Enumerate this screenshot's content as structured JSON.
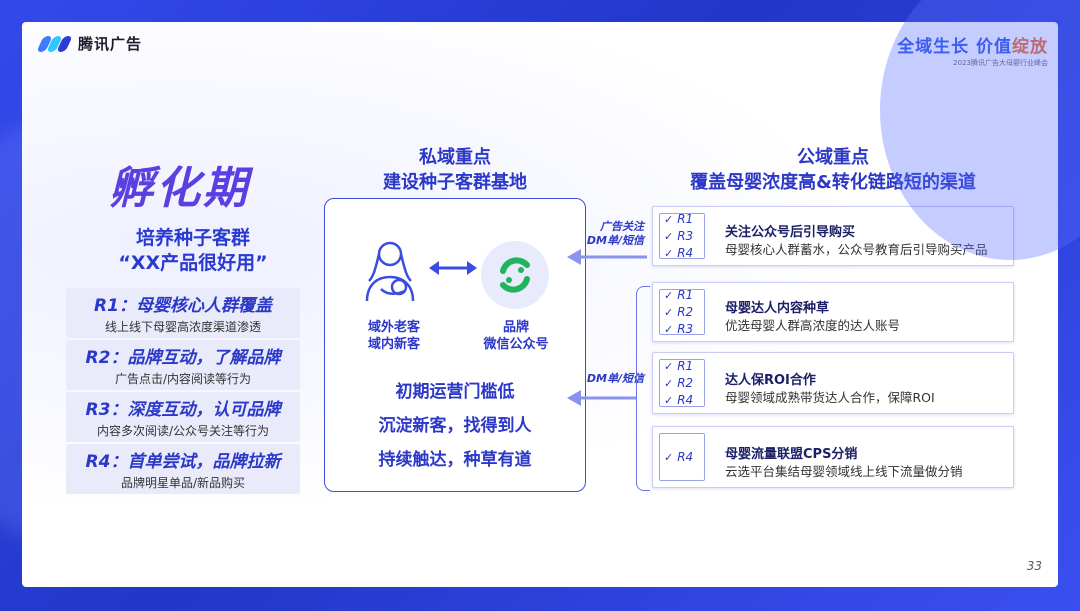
{
  "brand": {
    "logo_text": "腾讯广告",
    "logo_colors": [
      "#3f7bff",
      "#2ec7ff",
      "#2d3bd6"
    ]
  },
  "slogan": {
    "part1": "全域生长",
    "part2": "价值",
    "part3": "绽放",
    "sub": "2023腾讯广告大母婴行业峰会"
  },
  "left": {
    "title": "孵化期",
    "subtitle_1": "培养种子客群",
    "subtitle_2": "“XX产品很好用”",
    "stages": [
      {
        "head": "R1：母婴核心人群覆盖",
        "desc": "线上线下母婴高浓度渠道渗透"
      },
      {
        "head": "R2：品牌互动，了解品牌",
        "desc": "广告点击/内容阅读等行为"
      },
      {
        "head": "R3：深度互动，认可品牌",
        "desc": "内容多次阅读/公众号关注等行为"
      },
      {
        "head": "R4：首单尝试，品牌拉新",
        "desc": "品牌明星单品/新品购买"
      }
    ]
  },
  "middle": {
    "title_1": "私域重点",
    "title_2": "建设种子客群基地",
    "mom_label_1": "域外老客",
    "mom_label_2": "域内新客",
    "wechat_label_1": "品牌",
    "wechat_label_2": "微信公众号",
    "lines": [
      "初期运营门槛低",
      "沉淀新客，找得到人",
      "持续触达，种草有道"
    ]
  },
  "right": {
    "title_1": "公域重点",
    "title_2": "覆盖母婴浓度高&转化链路短的渠道",
    "arrow1_label_1": "广告关注",
    "arrow1_label_2": "DM单/短信",
    "arrow2_label": "DM单/短信",
    "cards": [
      {
        "tags": [
          "R1",
          "R3",
          "R4"
        ],
        "title": "关注公众号后引导购买",
        "desc": "母婴核心人群蓄水，公众号教育后引导购买产品"
      },
      {
        "tags": [
          "R1",
          "R2",
          "R3"
        ],
        "title": "母婴达人内容种草",
        "desc": "优选母婴人群高浓度的达人账号"
      },
      {
        "tags": [
          "R1",
          "R2",
          "R4"
        ],
        "title": "达人保ROI合作",
        "desc": "母婴领域成熟带货达人合作，保障ROI"
      },
      {
        "tags": [
          "R4"
        ],
        "title": "母婴流量联盟CPS分销",
        "desc": "云选平台集结母婴领域线上线下流量做分销"
      }
    ]
  },
  "page_number": "33",
  "colors": {
    "accent": "#2c38c8",
    "title_purple": "#5b3fe0",
    "frame_blue": "#2a3fd6",
    "card_bg": "#e9ebfb"
  }
}
